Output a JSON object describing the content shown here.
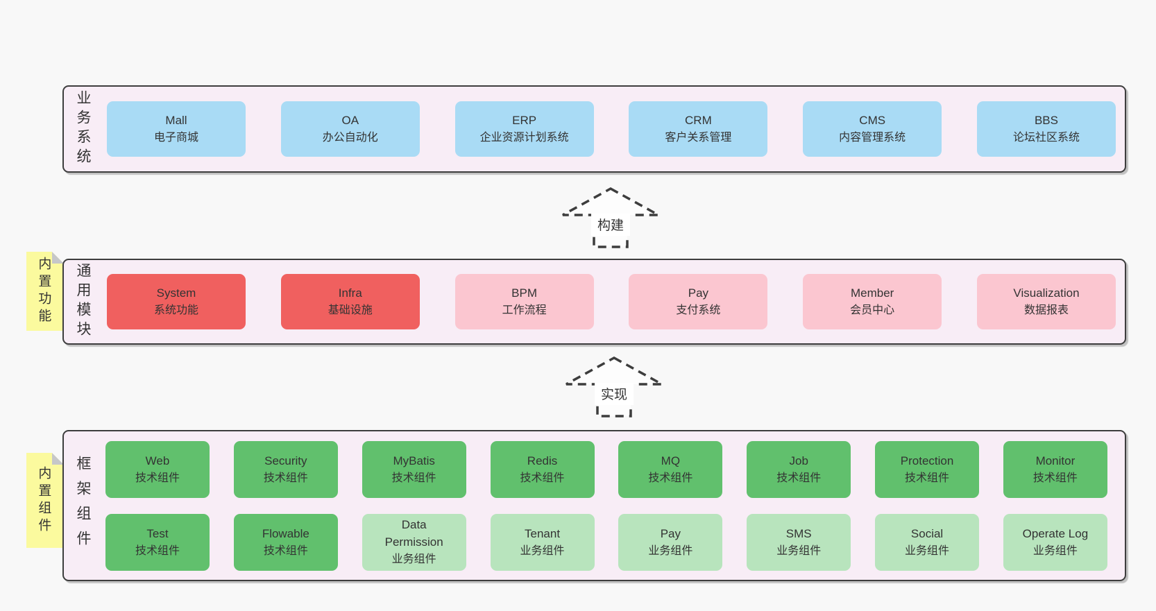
{
  "colors": {
    "page_bg": "#f8f8f8",
    "panel_fill": "#f8edf6",
    "border": "#3d3d3d",
    "text": "#333333",
    "blue": "#a9dbf5",
    "red": "#f0605f",
    "pink": "#fbc6d0",
    "green": "#61c06d",
    "green_light": "#b8e4bd",
    "sticky": "#fbfa9e",
    "sticky_fold": "#c6c7c9"
  },
  "arrows": [
    {
      "label": "构建"
    },
    {
      "label": "实现"
    }
  ],
  "sections": [
    {
      "id": "business-systems",
      "side_label": "业务系统",
      "sticky": null,
      "rows": [
        [
          {
            "title": "Mall",
            "subtitle": "电子商城",
            "variant": "blue"
          },
          {
            "title": "OA",
            "subtitle": "办公自动化",
            "variant": "blue"
          },
          {
            "title": "ERP",
            "subtitle": "企业资源计划系统",
            "variant": "blue"
          },
          {
            "title": "CRM",
            "subtitle": "客户关系管理",
            "variant": "blue"
          },
          {
            "title": "CMS",
            "subtitle": "内容管理系统",
            "variant": "blue"
          },
          {
            "title": "BBS",
            "subtitle": "论坛社区系统",
            "variant": "blue"
          }
        ]
      ]
    },
    {
      "id": "common-modules",
      "side_label": "通用模块",
      "sticky": "内置功能",
      "rows": [
        [
          {
            "title": "System",
            "subtitle": "系统功能",
            "variant": "red"
          },
          {
            "title": "Infra",
            "subtitle": "基础设施",
            "variant": "red"
          },
          {
            "title": "BPM",
            "subtitle": "工作流程",
            "variant": "pink"
          },
          {
            "title": "Pay",
            "subtitle": "支付系统",
            "variant": "pink"
          },
          {
            "title": "Member",
            "subtitle": "会员中心",
            "variant": "pink"
          },
          {
            "title": "Visualization",
            "subtitle": "数据报表",
            "variant": "pink"
          }
        ]
      ]
    },
    {
      "id": "framework-components",
      "side_label": "框架组件",
      "sticky": "内置组件",
      "rows": [
        [
          {
            "title": "Web",
            "subtitle": "技术组件",
            "variant": "green"
          },
          {
            "title": "Security",
            "subtitle": "技术组件",
            "variant": "green"
          },
          {
            "title": "MyBatis",
            "subtitle": "技术组件",
            "variant": "green"
          },
          {
            "title": "Redis",
            "subtitle": "技术组件",
            "variant": "green"
          },
          {
            "title": "MQ",
            "subtitle": "技术组件",
            "variant": "green"
          },
          {
            "title": "Job",
            "subtitle": "技术组件",
            "variant": "green"
          },
          {
            "title": "Protection",
            "subtitle": "技术组件",
            "variant": "green"
          },
          {
            "title": "Monitor",
            "subtitle": "技术组件",
            "variant": "green"
          }
        ],
        [
          {
            "title": "Test",
            "subtitle": "技术组件",
            "variant": "green"
          },
          {
            "title": "Flowable",
            "subtitle": "技术组件",
            "variant": "green"
          },
          {
            "title": "Data\nPermission",
            "subtitle": "业务组件",
            "variant": "green_light"
          },
          {
            "title": "Tenant",
            "subtitle": "业务组件",
            "variant": "green_light"
          },
          {
            "title": "Pay",
            "subtitle": "业务组件",
            "variant": "green_light"
          },
          {
            "title": "SMS",
            "subtitle": "业务组件",
            "variant": "green_light"
          },
          {
            "title": "Social",
            "subtitle": "业务组件",
            "variant": "green_light"
          },
          {
            "title": "Operate Log",
            "subtitle": "业务组件",
            "variant": "green_light"
          }
        ]
      ]
    }
  ]
}
